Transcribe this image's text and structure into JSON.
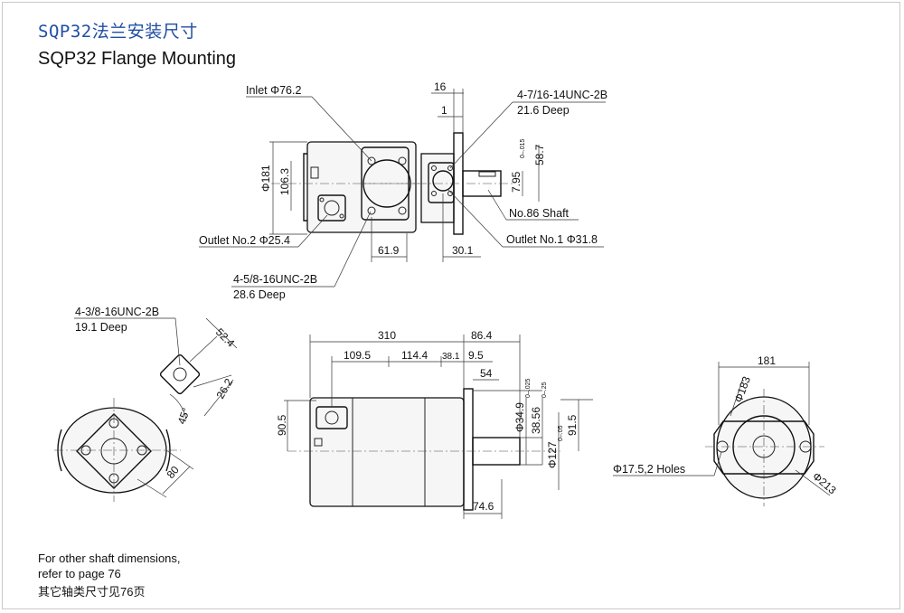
{
  "title_cn": "SQP32法兰安装尺寸",
  "title_en": "SQP32 Flange Mounting",
  "notes": {
    "line1": "For other shaft dimensions,",
    "line2": "refer to page 76",
    "line3": "其它轴类尺寸见76页"
  },
  "top_view": {
    "inlet": "Inlet Φ76.2",
    "top_thread": "4-7/16-14UNC-2B",
    "top_deep": "21.6 Deep",
    "shaft": "No.86 Shaft",
    "outlet2": "Outlet No.2 Φ25.4",
    "outlet1": "Outlet No.1 Φ31.8",
    "bottom_thread": "4-5/8-16UNC-2B",
    "bottom_deep": "28.6 Deep",
    "d16": "16",
    "d1": "1",
    "d181": "Φ181",
    "d106": "106.3",
    "d7_95": "7.95",
    "d7_95_tol": "0–.015",
    "d58_7": "58.7",
    "d61_9": "61.9",
    "d30_1": "30.1"
  },
  "left_view": {
    "thread": "4-3/8-16UNC-2B",
    "deep": "19.1 Deep",
    "d52_4": "52.4",
    "d26_2": "26.2",
    "d45": "45°",
    "d80": "80"
  },
  "side_view": {
    "d310": "310",
    "d86_4": "86.4",
    "d109_5": "109.5",
    "d114_4": "114.4",
    "d38_1": "38.1",
    "d9_5": "9.5",
    "d54": "54",
    "d90_5": "90.5",
    "d34_9": "Φ34.9",
    "d34_9_tol": "0–.025",
    "d38_56": "38.56",
    "d38_56_tol": "0–.25",
    "d91_5": "91.5",
    "d127": "Φ127",
    "d127_tol": "0–.05",
    "d74_6": "74.6"
  },
  "right_view": {
    "d181": "181",
    "d183": "Φ183",
    "holes": "Φ17.5,2 Holes",
    "d213": "Φ213"
  },
  "colors": {
    "title_cn": "#1f4ea3",
    "line": "#222222"
  }
}
